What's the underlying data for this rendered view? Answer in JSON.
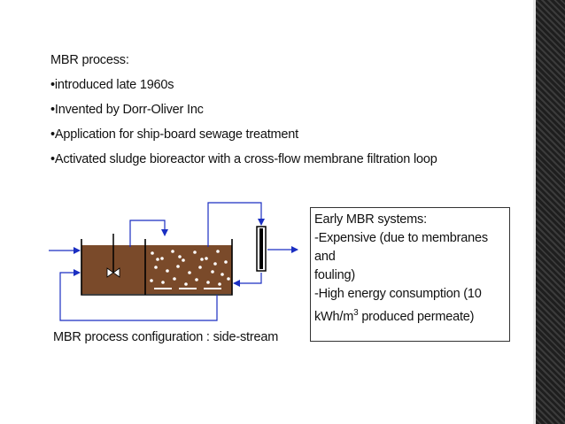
{
  "slide": {
    "heading": "MBR process:",
    "bullets": [
      "•introduced late 1960s",
      "•Invented by Dorr-Oliver Inc",
      "•Application for ship-board sewage treatment",
      "•Activated sludge bioreactor with a cross-flow membrane filtration loop"
    ],
    "diagram_caption": "MBR process configuration : side-stream",
    "box": {
      "title": "Early MBR systems:",
      "line1": "-Expensive (due to membranes and",
      "line2": "fouling)",
      "line3": "-High energy consumption (10",
      "line4_pre": "kWh/m",
      "line4_sup": "3",
      "line4_post": " produced permeate)"
    }
  },
  "colors": {
    "sludge": "#7a4a2a",
    "arrow": "#1a2ec2",
    "sidebar": "#2a2a2a"
  }
}
